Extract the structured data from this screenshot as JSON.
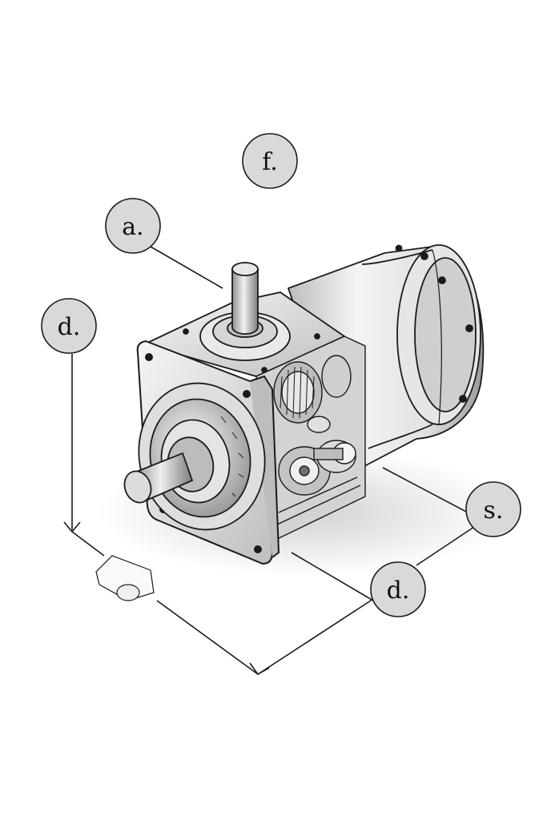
{
  "callouts": {
    "f": "f.",
    "a": "a.",
    "d_left": "d.",
    "s": "s.",
    "d_bottom": "d."
  },
  "colors": {
    "ink": "#1a1a1a",
    "bubble_fill": "#d9d9d9",
    "metal_light": "#f2f2f2",
    "metal_mid": "#c8c8c8",
    "metal_dark": "#7a7a7a"
  }
}
